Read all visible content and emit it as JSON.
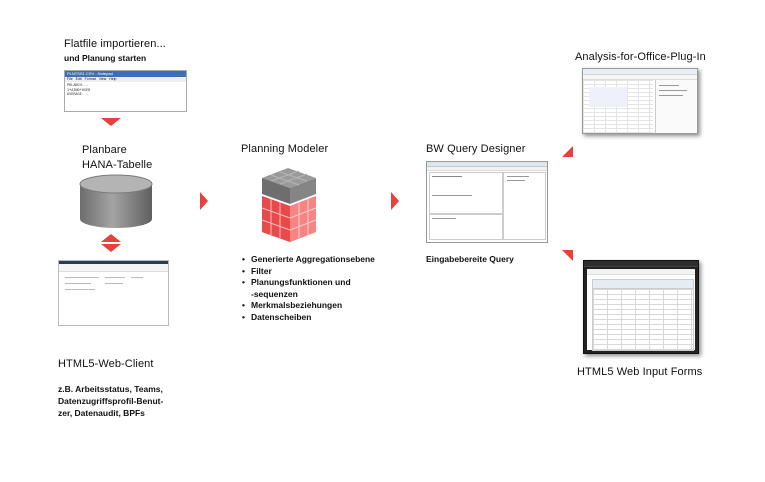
{
  "flatfile": {
    "title": "Flatfile importieren...",
    "subtitle": "und Planung starten",
    "window_title": "PLNTSS1.CSV - Notepad",
    "menu": [
      "File",
      "Edit",
      "Format",
      "View",
      "Help"
    ],
    "lines": [
      "PKLANCH...",
      "1*AIND*USED",
      "AVERAGE..."
    ]
  },
  "hana": {
    "label_line1": "Planbare",
    "label_line2": "HANA-Tabelle"
  },
  "modeler": {
    "title": "Planning Modeler",
    "bullets": [
      "Generierte Aggregationsebene",
      "Filter",
      "Planungsfunktionen und",
      "-sequenzen",
      "Merkmalsbeziehungen",
      "Datenscheiben"
    ]
  },
  "query_designer": {
    "title": "BW Query Designer",
    "caption": "Eingabebereite Query"
  },
  "analysis": {
    "title": "Analysis-for-Office-Plug-In"
  },
  "web_client": {
    "title": "HTML5-Web-Client",
    "description": [
      "z.B. Arbeitsstatus, Teams,",
      "Datenzugriffsprofil-Benut-",
      "zer, Datenaudit, BPFs"
    ]
  },
  "input_forms": {
    "title": "HTML5 Web Input Forms"
  },
  "colors": {
    "arrow": "#e8403a",
    "cube_grey": "#7a7a7a",
    "cube_red": "#e84a4a",
    "cylinder": "#8a8a8a"
  }
}
